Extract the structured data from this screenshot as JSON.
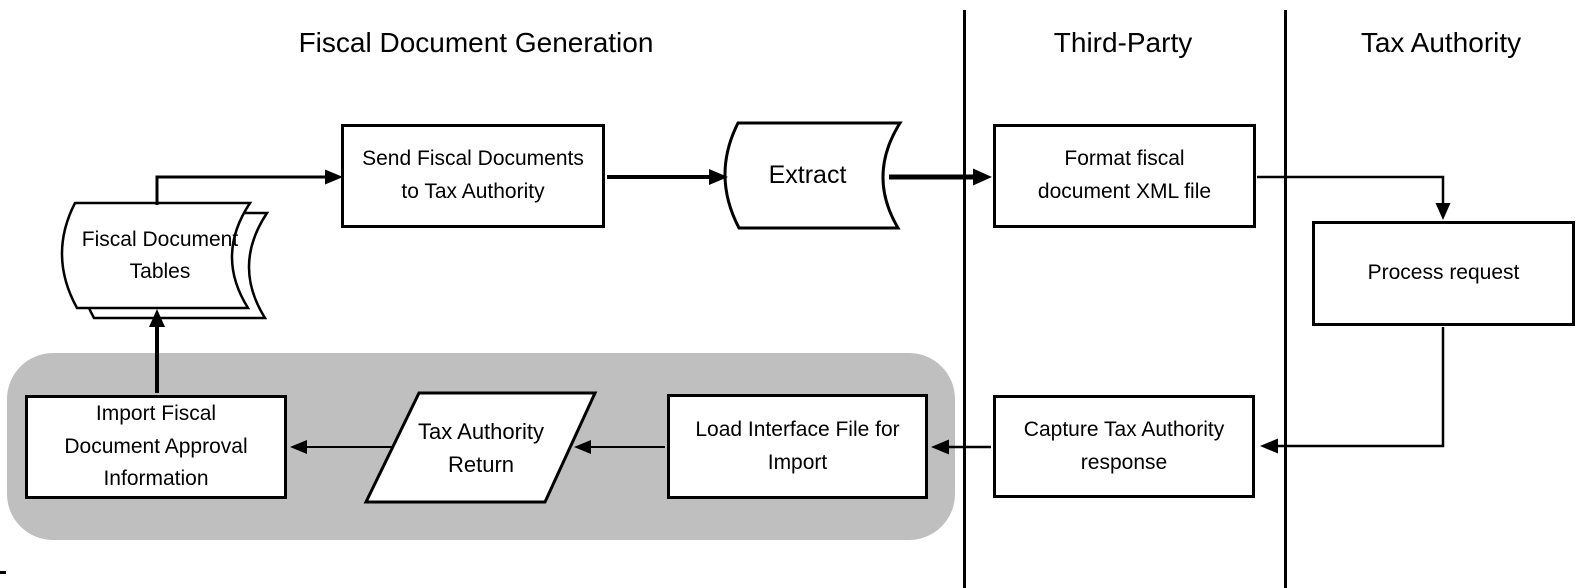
{
  "lanes": [
    {
      "label": "Fiscal Document Generation"
    },
    {
      "label": "Third-Party"
    },
    {
      "label": "Tax Authority"
    }
  ],
  "nodes": {
    "fiscal_document_tables": {
      "type": "multi-document",
      "lines": [
        "Fiscal Document",
        "Tables"
      ]
    },
    "send_fiscal_documents": {
      "type": "process",
      "lines": [
        "Send Fiscal  Documents",
        "to Tax Authority"
      ]
    },
    "extract": {
      "type": "curved-panel",
      "lines": [
        "Extract"
      ]
    },
    "format_fiscal_document": {
      "type": "process",
      "lines": [
        "Format fiscal",
        "document XML file"
      ]
    },
    "process_request": {
      "type": "process",
      "lines": [
        "Process request"
      ]
    },
    "capture_tax_authority_response": {
      "type": "process",
      "lines": [
        "Capture Tax Authority",
        "response"
      ]
    },
    "load_interface_file": {
      "type": "process",
      "lines": [
        "Load Interface File for",
        "Import"
      ]
    },
    "tax_authority_return": {
      "type": "parallelogram",
      "lines": [
        "Tax Authority",
        "Return"
      ]
    },
    "import_fiscal_document": {
      "type": "process",
      "lines": [
        "Import Fiscal",
        "Document Approval",
        "Information"
      ]
    }
  },
  "flows": [
    {
      "from": "fiscal_document_tables",
      "to": "send_fiscal_documents"
    },
    {
      "from": "send_fiscal_documents",
      "to": "extract"
    },
    {
      "from": "extract",
      "to": "format_fiscal_document"
    },
    {
      "from": "format_fiscal_document",
      "to": "process_request"
    },
    {
      "from": "process_request",
      "to": "capture_tax_authority_response"
    },
    {
      "from": "capture_tax_authority_response",
      "to": "load_interface_file"
    },
    {
      "from": "load_interface_file",
      "to": "tax_authority_return"
    },
    {
      "from": "tax_authority_return",
      "to": "import_fiscal_document"
    },
    {
      "from": "import_fiscal_document",
      "to": "fiscal_document_tables"
    }
  ],
  "colors": {
    "background": "#ffffff",
    "stroke": "#000000",
    "highlight_container_fill": "#bfbfbf",
    "node_fill": "#ffffff"
  }
}
